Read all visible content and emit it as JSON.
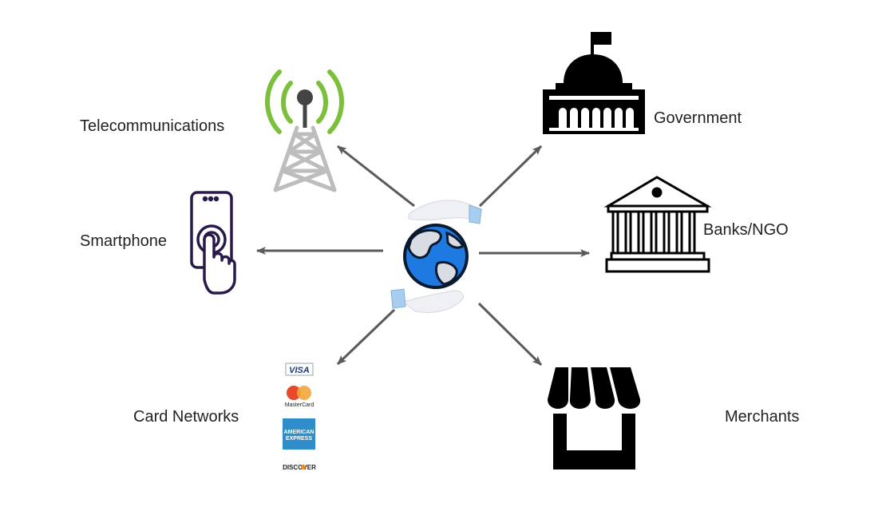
{
  "labels": {
    "telecommunications": "Telecommunications",
    "government": "Government",
    "banks_ngo": "Banks/NGO",
    "smartphone": "Smartphone",
    "card_networks": "Card Networks",
    "merchants": "Merchants"
  },
  "card_brands": {
    "visa": "VISA",
    "mastercard": "MasterCard",
    "amex_line1": "AMERICAN",
    "amex_line2": "EXPRESS",
    "discover": "DISCOVER"
  },
  "icons": {
    "center": "globe-in-hands-icon",
    "telecommunications": "radio-tower-icon",
    "government": "capitol-building-icon",
    "banks_ngo": "bank-building-icon",
    "smartphone": "smartphone-touch-icon",
    "merchants": "storefront-icon"
  },
  "colors": {
    "arrow": "#5a5a5a",
    "globe_blue": "#1e7ae0",
    "signal_green": "#7cbf3a",
    "tower_gray": "#bdbdbd",
    "phone_purple": "#2a1a4a",
    "icon_black": "#000000"
  }
}
